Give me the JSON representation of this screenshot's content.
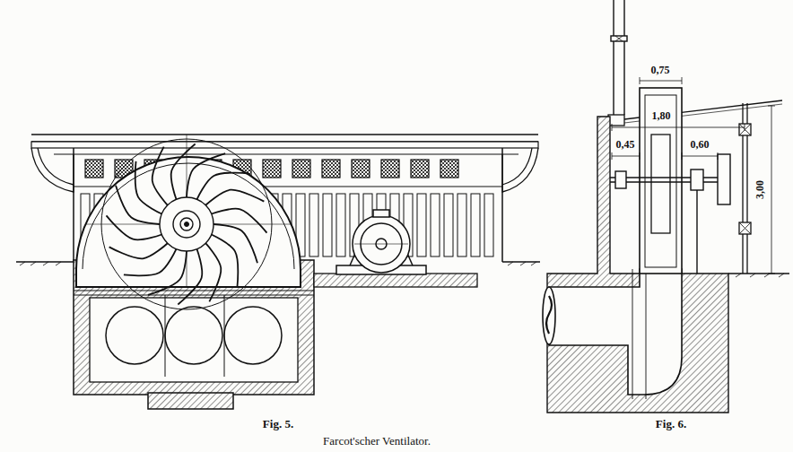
{
  "diagram": {
    "caption": "Farcot'scher Ventilator.",
    "labels": [
      "Fig. 5.",
      "Fig. 6.",
      "0,75",
      "1,80",
      "0,45",
      "0,60",
      "3,00"
    ]
  }
}
